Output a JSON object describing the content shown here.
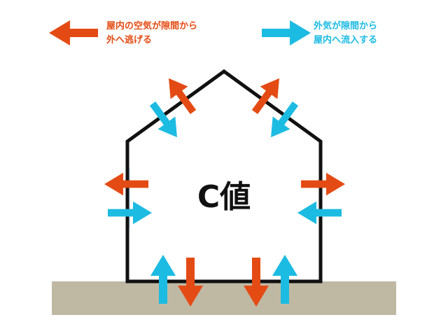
{
  "legend": {
    "outflow": {
      "line1": "屋内の空気が隙間から",
      "line2": "外へ逃げる"
    },
    "inflow": {
      "line1": "外気が隙間から",
      "line2": "屋内へ流入する"
    }
  },
  "center_label": "C値",
  "colors": {
    "outflow_arrow": "#e44b14",
    "inflow_arrow": "#1cbbe2",
    "ground": "#bfb9a4",
    "house_outline": "#111111",
    "window": "#d7e9f7"
  },
  "icons": {
    "outflow": "arrow-out-icon",
    "inflow": "arrow-in-icon"
  }
}
